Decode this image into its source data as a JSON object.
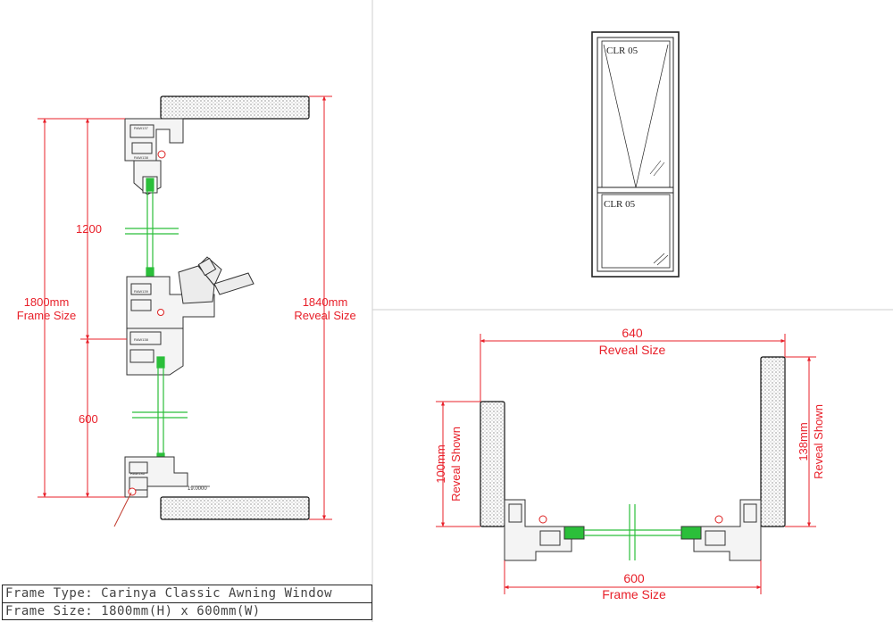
{
  "section": {
    "dim_1200": "1200",
    "dim_600": "600",
    "frame_value": "1800mm",
    "frame_label": "Frame Size",
    "reveal_value": "1840mm",
    "reveal_label": "Reveal Size",
    "spec_value": "19.0000"
  },
  "elevation": {
    "top_tag": "CLR 05",
    "bottom_tag": "CLR 05"
  },
  "plan": {
    "reveal_width_value": "640",
    "reveal_width_label": "Reveal Size",
    "frame_width_value": "600",
    "frame_width_label": "Frame Size",
    "left_reveal_value": "100mm",
    "left_reveal_label": "Reveal Shown",
    "right_reveal_value": "138mm",
    "right_reveal_label": "Reveal Shown"
  },
  "title_block": {
    "frame_type": "Frame Type: Carinya Classic Awning Window",
    "frame_size": "Frame Size: 1800mm(H) x 600mm(W)"
  },
  "colors": {
    "dimension": "#e8202a",
    "glazing": "#2bbf3a",
    "linework": "#333333"
  }
}
